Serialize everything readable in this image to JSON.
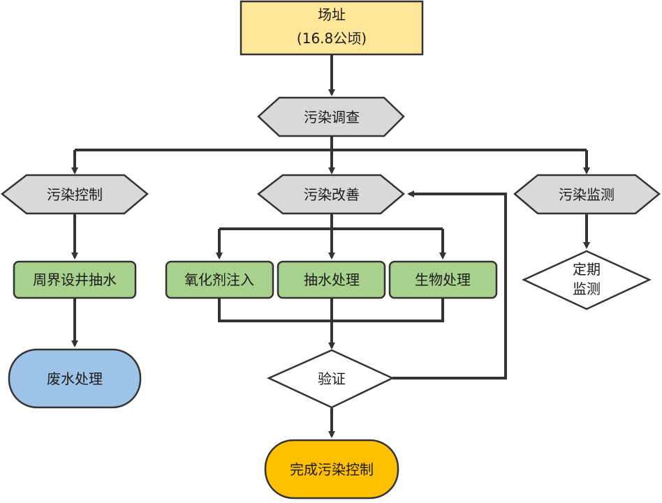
{
  "colors": {
    "site": "#FFE699",
    "hexagon": "#D9D9D9",
    "process": "#A9D18E",
    "waste": "#9DC3E6",
    "done": "#FFC000",
    "decision": "#FFFFFF",
    "line": "#333333"
  },
  "nodes": {
    "site": {
      "line1": "场址",
      "line2": "(16.8公顷)"
    },
    "survey": {
      "label": "污染调查"
    },
    "control": {
      "label": "污染控制"
    },
    "improve": {
      "label": "污染改善"
    },
    "monitor": {
      "label": "污染监测"
    },
    "well": {
      "label": "周界设井抽水"
    },
    "wastewater": {
      "label": "废水处理"
    },
    "oxidant": {
      "label": "氧化剂注入"
    },
    "pump": {
      "label": "抽水处理"
    },
    "bio": {
      "label": "生物处理"
    },
    "verify": {
      "label": "验证"
    },
    "complete": {
      "label": "完成污染控制"
    },
    "periodic": {
      "line1": "定期",
      "line2": "监测"
    }
  }
}
